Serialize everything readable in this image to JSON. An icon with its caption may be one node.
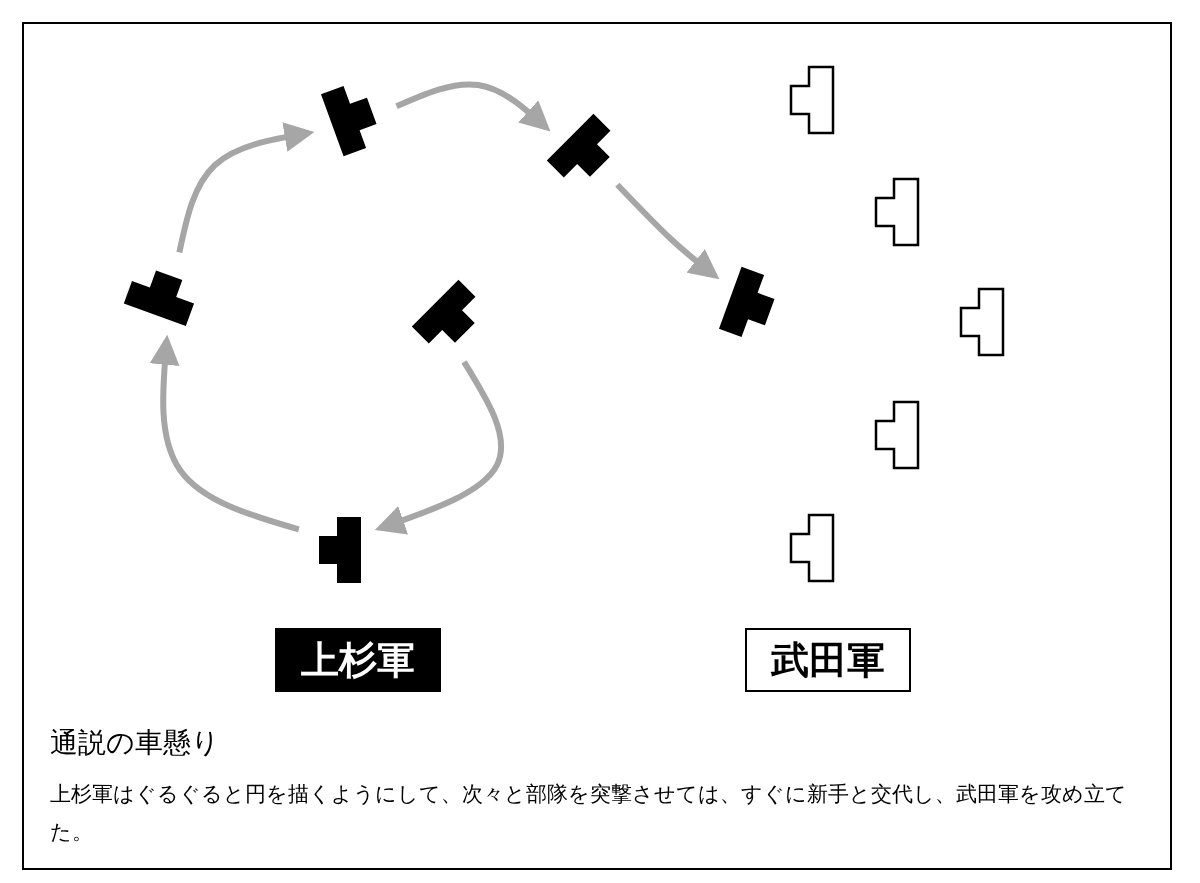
{
  "diagram": {
    "title": "通説の車懸り",
    "nodes": [
      {
        "text": [],
        "shape": "box"
      },
      {
        "text": [],
        "shape": "box"
      },
      {
        "text": [],
        "shape": "box"
      },
      {
        "text": [],
        "shape": "box"
      },
      {
        "text": [],
        "shape": "box"
      },
      {
        "text": [],
        "shape": "box"
      },
      {
        "text": [],
        "shape": "box"
      },
      {
        "text": [],
        "shape": "box"
      },
      {
        "text": [],
        "shape": "box"
      },
      {
        "text": [],
        "shape": "box"
      },
      {
        "text": [],
        "shape": "box"
      },
      {
        "text": [
          "上杉軍"
        ]
      },
      {
        "text": [
          "武田軍"
        ]
      }
    ],
    "edges": [
      {
        "from": 3,
        "to": 1,
        "arrow": "to"
      },
      {
        "from": 1,
        "to": 0,
        "arrow": "to"
      },
      {
        "from": 0,
        "to": 2,
        "arrow": "to"
      },
      {
        "from": 2,
        "to": 4,
        "arrow": "to"
      },
      {
        "from": 4,
        "to": 5,
        "arrow": "to"
      }
    ],
    "labels": [
      "上杉軍はぐるぐると円を描くようにして、次々と部隊を突撃させては、すぐに新手と交代し、武田軍を攻め立てた。"
    ]
  }
}
